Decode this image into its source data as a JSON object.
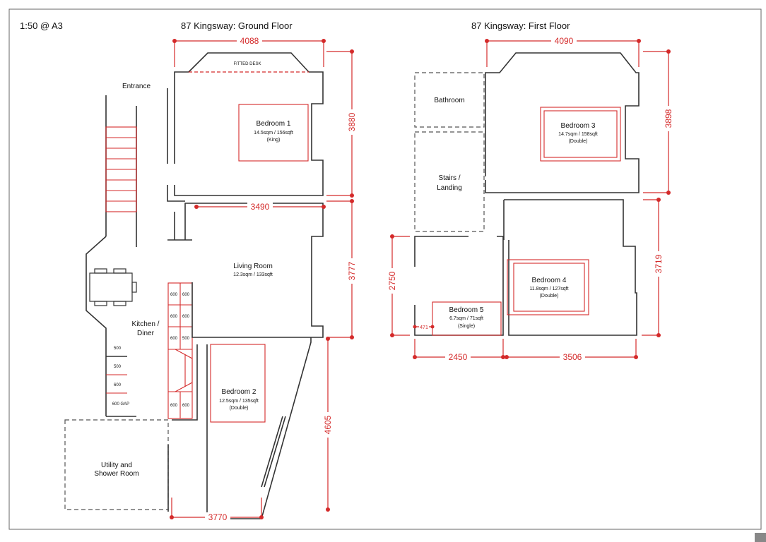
{
  "scale": "1:50 @ A3",
  "ground_floor": {
    "title": "87 Kingsway: Ground Floor",
    "fitted_desk": "FITTED DESK",
    "entrance": "Entrance",
    "bedroom1": {
      "name": "Bedroom 1",
      "area": "14.5sqm / 156sqft",
      "bed": "(King)"
    },
    "living": {
      "name": "Living Room",
      "area": "12.3sqm / 133sqft"
    },
    "kitchen": {
      "line1": "Kitchen /",
      "line2": "Diner"
    },
    "bedroom2": {
      "name": "Bedroom 2",
      "area": "12.5sqm / 135sqft",
      "bed": "(Double)"
    },
    "utility": {
      "line1": "Utility and",
      "line2": "Shower Room"
    },
    "units_right": [
      "600",
      "600",
      "600",
      "600",
      "600",
      "500",
      "600",
      "600"
    ],
    "units_left": [
      "500",
      "500",
      "600",
      "600 GAP"
    ],
    "dims": {
      "top": "4088",
      "bed1_h": "3880",
      "living_w": "3490",
      "living_h": "3777",
      "bed2_h": "4605",
      "bottom": "3770"
    }
  },
  "first_floor": {
    "title": "87 Kingsway: First Floor",
    "bathroom": "Bathroom",
    "stairs": {
      "line1": "Stairs /",
      "line2": "Landing"
    },
    "bedroom3": {
      "name": "Bedroom 3",
      "area": "14.7sqm / 158sqft",
      "bed": "(Double)"
    },
    "bedroom4": {
      "name": "Bedroom 4",
      "area": "11.8sqm / 127sqft",
      "bed": "(Double)"
    },
    "bedroom5": {
      "name": "Bedroom 5",
      "area": "6.7sqm / 71sqft",
      "bed": "(Single)"
    },
    "dims": {
      "top": "4090",
      "bed3_h": "3898",
      "bed4_h": "3719",
      "bed5_h": "2750",
      "gap": "471",
      "bed5_w": "2450",
      "bed4_w": "3506"
    }
  },
  "colors": {
    "dimension": "#d42a2a",
    "wall": "#333333"
  }
}
